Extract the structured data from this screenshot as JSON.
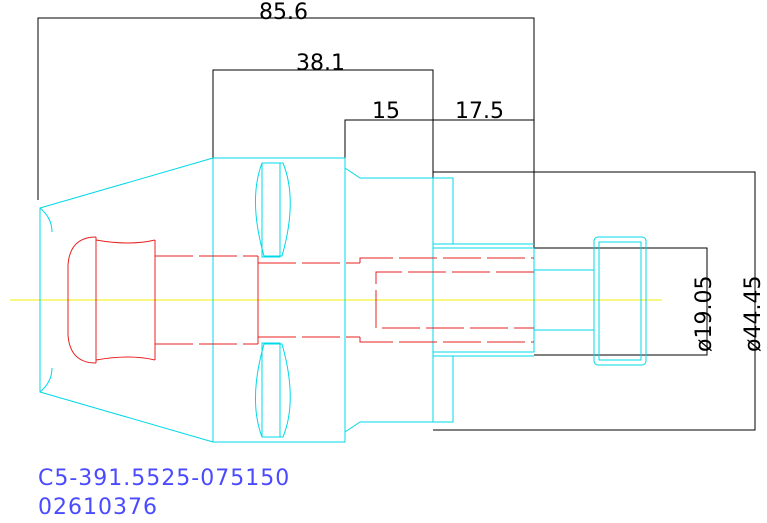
{
  "drawing": {
    "dimensions": {
      "overall_length": "85.6",
      "body_length": "38.1",
      "flange_length": "15",
      "shank_length": "17.5",
      "bore_diameter": "ø19.05",
      "shank_diameter": "ø44.45"
    },
    "part_number": "C5-391.5525-075150",
    "item_code": "02610376",
    "colors": {
      "holder_outline": "#00d8e8",
      "collet_outline": "#e82020",
      "center_line": "#f0f000",
      "dimension_lines": "#000000",
      "label_text": "#4a4aff"
    }
  }
}
